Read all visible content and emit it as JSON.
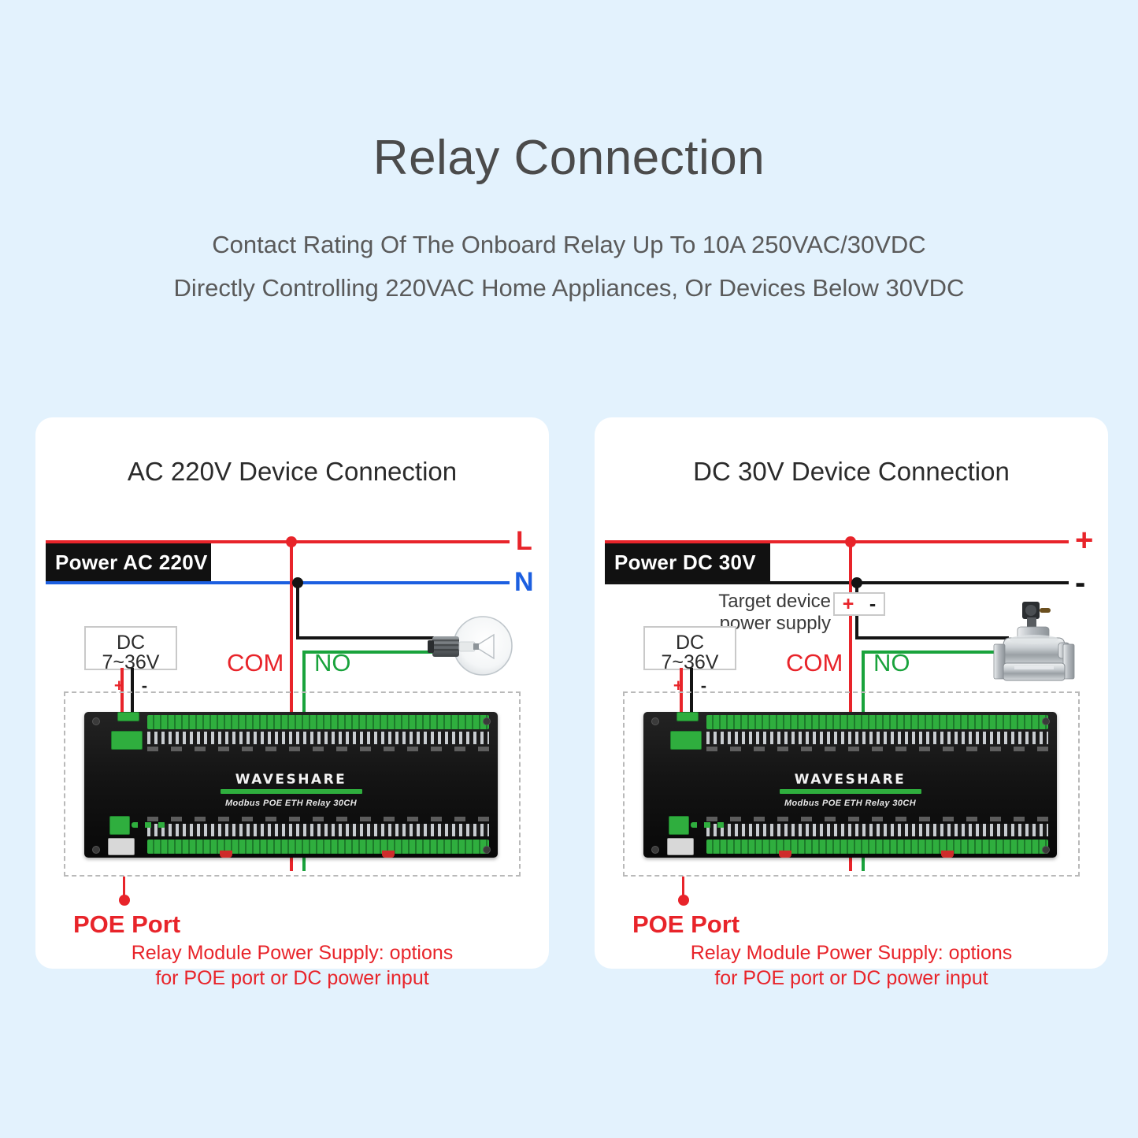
{
  "header": {
    "title": "Relay Connection",
    "subtitle_line1": "Contact Rating Of The Onboard Relay Up To 10A 250VAC/30VDC",
    "subtitle_line2": "Directly Controlling 220VAC Home Appliances, Or Devices Below 30VDC"
  },
  "colors": {
    "background": "#e3f2fd",
    "card": "#ffffff",
    "title_text": "#4b4b4b",
    "subtitle_text": "#5a5a5a",
    "wire_live_red": "#e8242a",
    "wire_neutral_blue": "#1c5fe0",
    "wire_black": "#141414",
    "wire_green": "#19a33c",
    "callout_red": "#e8242a",
    "board_green": "#2fae3e"
  },
  "cards": [
    {
      "id": "ac",
      "title": "AC 220V Device Connection",
      "supply_label": "Power AC 220V",
      "terminal_top": "L",
      "terminal_bottom": "N",
      "relay_com": "COM",
      "relay_no": "NO",
      "dc_input": {
        "label": "DC 7~36V",
        "plus": "+",
        "minus": "-"
      },
      "load_device": "lightbulb-icon",
      "board": {
        "brand": "WAVESHARE",
        "model": "Modbus POE ETH Relay 30CH"
      },
      "poe": {
        "title": "POE Port",
        "note_line1": "Relay Module Power Supply: options",
        "note_line2": "for POE port or DC power input"
      }
    },
    {
      "id": "dc",
      "title": "DC 30V Device Connection",
      "supply_label": "Power DC 30V",
      "terminal_top": "+",
      "terminal_bottom": "-",
      "relay_com": "COM",
      "relay_no": "NO",
      "target_supply": {
        "line1": "Target device",
        "line2": "power supply",
        "plus": "+",
        "minus": "-"
      },
      "dc_input": {
        "label": "DC 7~36V",
        "plus": "+",
        "minus": "-"
      },
      "load_device": "solenoid-valve-icon",
      "board": {
        "brand": "WAVESHARE",
        "model": "Modbus POE ETH Relay 30CH"
      },
      "poe": {
        "title": "POE Port",
        "note_line1": "Relay Module Power Supply: options",
        "note_line2": "for POE port or DC power input"
      }
    }
  ]
}
